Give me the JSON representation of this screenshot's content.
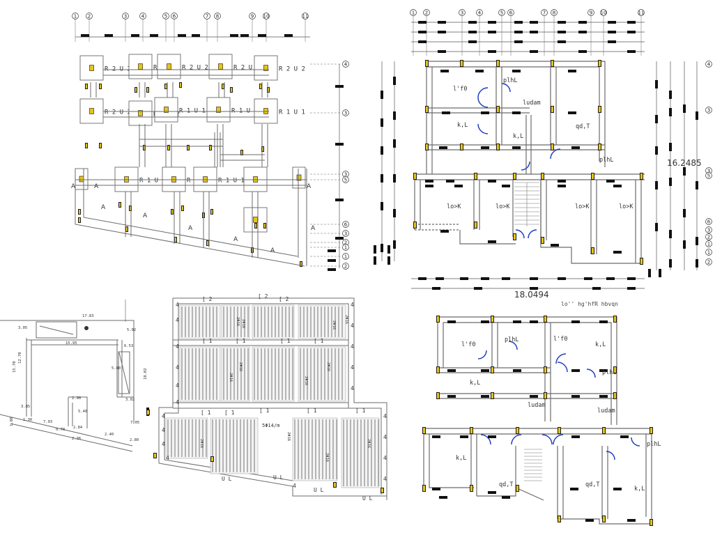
{
  "grid_labels": {
    "top": [
      "1",
      "2",
      "3",
      "4",
      "5",
      "6",
      "7",
      "8",
      "9",
      "10",
      "11"
    ],
    "side": [
      "4",
      "3",
      "3",
      "5",
      "6",
      "3",
      "2",
      "1",
      "1",
      "2"
    ]
  },
  "foundation_plan": {
    "column_tags": [
      "R 2 U 2",
      "R 2 U 2",
      "R 2 U 2",
      "R 2 U 2",
      "R 2 U 2",
      "R 2 U 2",
      "R 2 U 2",
      "R 1 U 1",
      "R 1 U 1",
      "R 1 U 1",
      "R 1 U 1",
      "R 1 U 1",
      "R 1 U 1"
    ],
    "section_mark": "A"
  },
  "ground_floor_plan": {
    "rooms": [
      "l'f0",
      "plhL",
      "ludam",
      "k,L",
      "k,L",
      "qd,T",
      "plhL",
      "lo>K",
      "lo>K",
      "lo>K",
      "lo>K"
    ],
    "width_dim": "18.0494",
    "height_dim": "16.2485",
    "caption": "lo'' hg'hfR hbvqn"
  },
  "first_floor_plan": {
    "rooms": [
      "l'f0",
      "plhL",
      "l'f0",
      "k,L",
      "plhL",
      "k,L",
      "ludam",
      "ludam",
      "k,L",
      "plhL",
      "qd,T",
      "qd,T",
      "k,L"
    ]
  },
  "site_plan": {
    "dims": [
      "17.83",
      "3.05",
      "15.95",
      "5.02",
      "6.53",
      "15.70",
      "12.70",
      "5.80",
      "18.02",
      "3.02",
      "2.90",
      "5.40",
      "2.84",
      "7.03",
      "3.85",
      "1.88",
      "7.05",
      "2.40",
      "2.36",
      "2.80",
      "1.30",
      "0.70"
    ]
  },
  "slab_plan": {
    "strip_labels": [
      "2Φ16",
      "2Φ16",
      "2Φ16",
      "2Φ16",
      "2Φ16",
      "2Φ16",
      "2Φ16",
      "2Φ16",
      "2Φ16",
      "2Φ16",
      "2Φ16",
      "2Φ16"
    ],
    "beam_tags": [
      "[ 2",
      "[ 2",
      "[ 2",
      "[ 1",
      "[ 1",
      "[ 1",
      "[ 1",
      "[ 1",
      "[ 1",
      "[ 1",
      "[ 1",
      "[ 1"
    ],
    "note": "5Φ14/m",
    "bottom_tags": [
      "U L",
      "U L",
      "U L",
      "U L"
    ],
    "side_tags": [
      "4",
      "4",
      "4",
      "4",
      "4",
      "4",
      "4",
      "4",
      "4",
      "4",
      "4",
      "4",
      "4",
      "4",
      "4",
      "4",
      "4",
      "4",
      "4",
      "4"
    ]
  },
  "colors": {
    "wall": "#6b6b6b",
    "dim_tick": "#111111",
    "column_fill": "#e6c41a",
    "door": "#1f3fbf",
    "bar": "#9a9a9a"
  }
}
